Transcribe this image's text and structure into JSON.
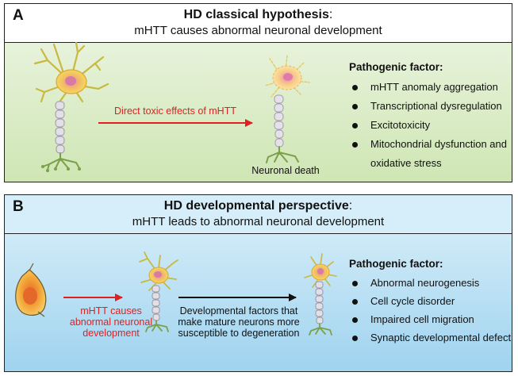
{
  "panel_a": {
    "letter": "A",
    "title_bold": "HD classical hypothesis",
    "title_colon": ":",
    "subtitle": "mHTT causes abnormal neuronal development",
    "arrow_label": "Direct toxic effects of mHTT",
    "result_label": "Neuronal death",
    "factors_title": "Pathogenic factor:",
    "factors": [
      "mHTT anomaly aggregation",
      "Transcriptional dysregulation",
      "Excitotoxicity",
      "Mitochondrial dysfunction and",
      "oxidative stress"
    ]
  },
  "panel_b": {
    "letter": "B",
    "title_bold": "HD developmental perspective",
    "title_colon": ":",
    "subtitle": "mHTT leads to abnormal neuronal development",
    "arrow1_label": [
      "mHTT causes",
      "abnormal neuronal",
      "development"
    ],
    "arrow2_label": [
      "Developmental factors that",
      "make mature neurons more",
      "susceptible to degeneration"
    ],
    "factors_title": "Pathogenic factor:",
    "factors": [
      "Abnormal neurogenesis",
      "Cell cycle disorder",
      "Impaired cell migration",
      "Synaptic developmental defect"
    ]
  },
  "colors": {
    "red_arrow": "#e02020",
    "black_arrow": "#111111",
    "panel_a_bg": "#cfe6b4",
    "panel_b_bg": "#9fd3ef"
  }
}
